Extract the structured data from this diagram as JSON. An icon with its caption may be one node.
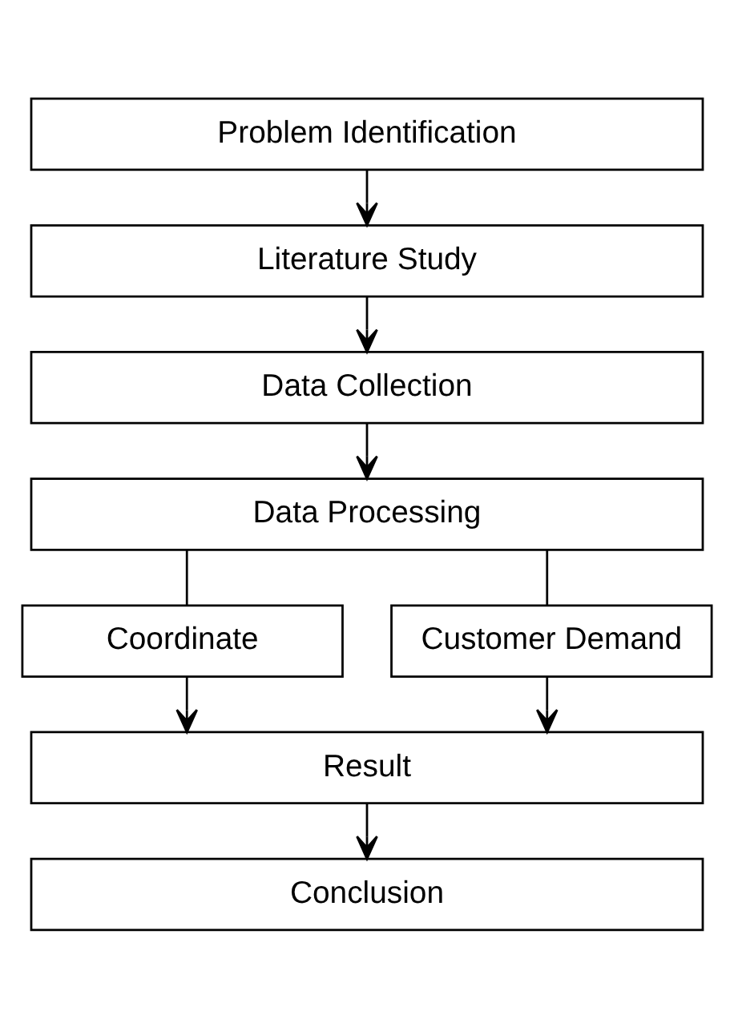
{
  "diagram": {
    "nodes": [
      {
        "text": [
          "Problem Identification"
        ]
      },
      {
        "text": [
          "Literature Study"
        ]
      },
      {
        "text": [
          "Data Collection"
        ]
      },
      {
        "text": [
          "Data Processing"
        ]
      },
      {
        "text": [
          "Coordinate"
        ]
      },
      {
        "text": [
          "Customer Demand"
        ]
      },
      {
        "text": [
          "Result"
        ]
      },
      {
        "text": [
          "Conclusion"
        ]
      }
    ],
    "edges": [
      {
        "from": 0,
        "to": 1,
        "arrow": "to"
      },
      {
        "from": 1,
        "to": 2,
        "arrow": "to"
      },
      {
        "from": 2,
        "to": 3,
        "arrow": "to"
      },
      {
        "from": 3,
        "to": 4,
        "arrow": "none"
      },
      {
        "from": 3,
        "to": 5,
        "arrow": "none"
      },
      {
        "from": 4,
        "to": 6,
        "arrow": "to"
      },
      {
        "from": 5,
        "to": 6,
        "arrow": "to"
      },
      {
        "from": 6,
        "to": 7,
        "arrow": "to"
      }
    ]
  }
}
